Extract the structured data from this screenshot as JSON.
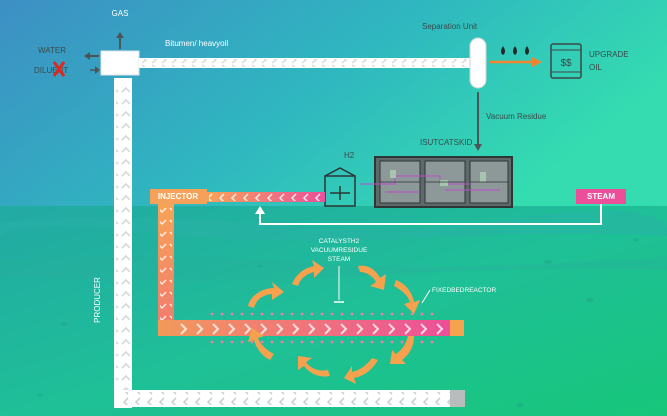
{
  "labels": {
    "gas": "GAS",
    "water": "WATER",
    "diluent": "DILUENT",
    "bitumen": "Bitumen/ heavyoil",
    "separation_unit": "Separation Unit",
    "upgrade_oil_line1": "UPGRADE",
    "upgrade_oil_line2": "OIL",
    "vacuum_residue": "Vacuum Residue",
    "isutcatskid": "ISUTCATSKID",
    "h2": "H2",
    "injector": "INJECTOR",
    "steam": "STEAM",
    "reactor_feed_line1": "CATALYSTH2",
    "reactor_feed_line2": "VACUUMRESIDUE",
    "reactor_feed_line3": "STEAM",
    "fixed_bed_reactor": "FIXEDBEDREACTOR",
    "producer": "PRODUCER",
    "barrel_symbol": "$$"
  },
  "colors": {
    "sky_top": "#3e9bc6",
    "sky_bottom": "#2fd6b0",
    "ground_top": "#1fb7a1",
    "ground_bottom": "#17c07a",
    "injector_orange": "#f4a25a",
    "steam_pink": "#ec4f9a",
    "arrow_orange": "#f5a14e",
    "pipe_white": "#ffffff"
  },
  "icons": {
    "cross": "red-x-icon",
    "droplets": "oil-droplet-icon",
    "barrel": "oil-barrel-icon"
  }
}
